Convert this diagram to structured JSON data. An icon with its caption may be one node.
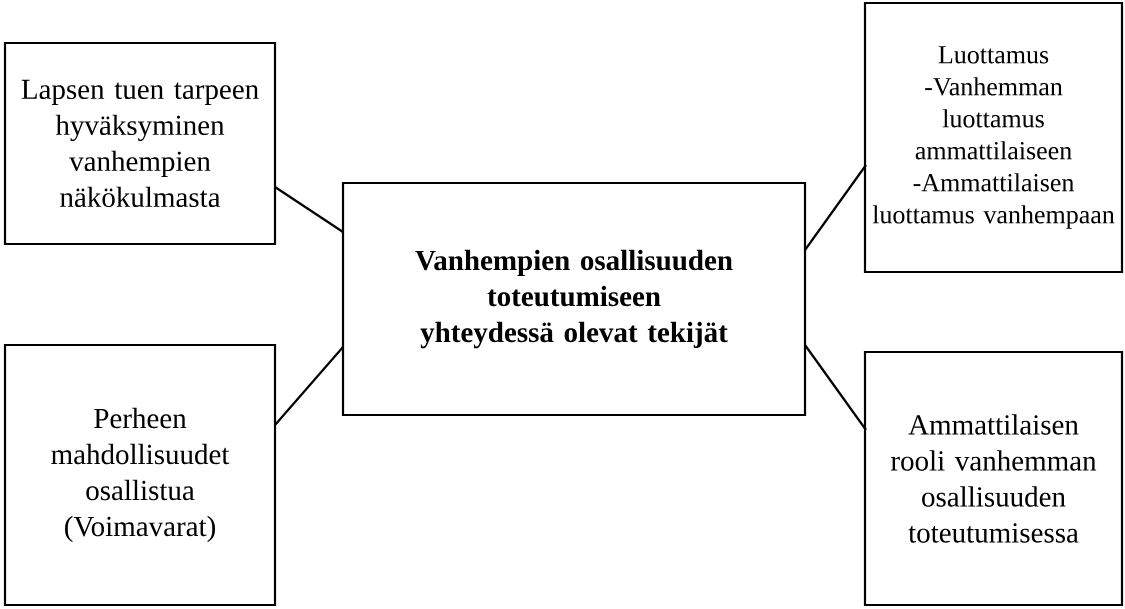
{
  "diagram": {
    "nodes": [
      {
        "text": [
          "Lapsen tuen tarpeen hyväksyminen vanhempien näkökulmasta"
        ]
      },
      {
        "text": [
          "Luottamus",
          "-Vanhemman luottamus ammattilaiseen",
          "-Ammattilaisen luottamus vanhempaan"
        ]
      },
      {
        "text": [
          "Vanhempien osallisuuden toteutumiseen yhteydessä olevat tekijät"
        ]
      },
      {
        "text": [
          "Perheen mahdollisuudet osallistua",
          "(Voimavarat)"
        ]
      },
      {
        "text": [
          "Ammattilaisen rooli vanhemman osallisuuden toteutumisessa"
        ]
      }
    ],
    "edges": [
      {
        "from": 2,
        "to": 0,
        "arrow": "none"
      },
      {
        "from": 2,
        "to": 1,
        "arrow": "none"
      },
      {
        "from": 2,
        "to": 3,
        "arrow": "none"
      },
      {
        "from": 2,
        "to": 4,
        "arrow": "none"
      }
    ]
  }
}
